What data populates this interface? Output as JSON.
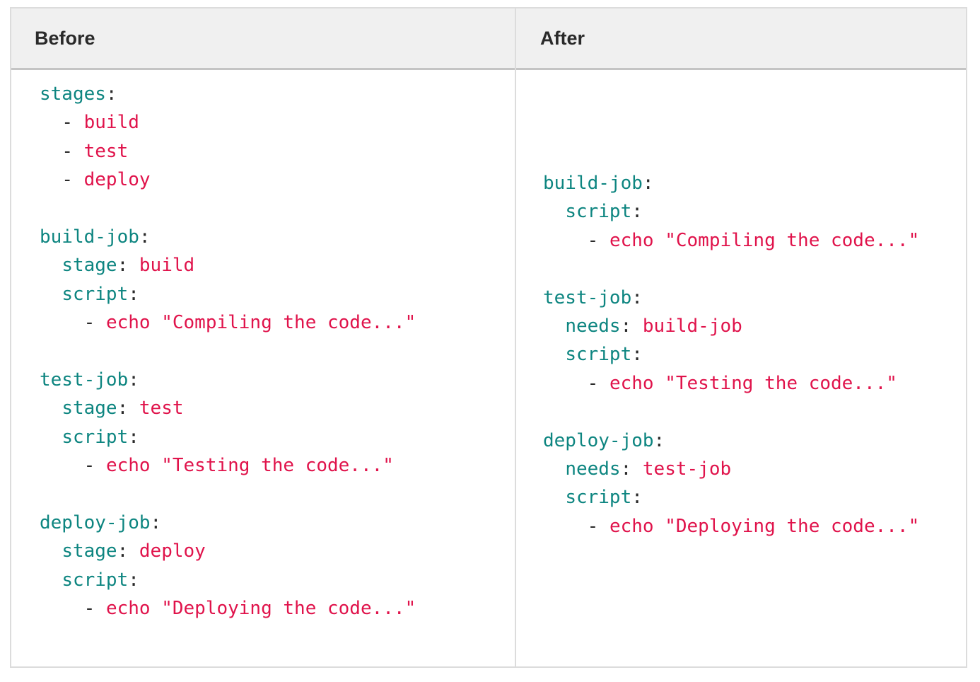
{
  "table": {
    "headers": {
      "before": "Before",
      "after": "After"
    },
    "colors": {
      "key": "#0d8580",
      "value": "#e0134b",
      "punct": "#2a2a2a",
      "header_bg": "#f0f0f0",
      "border": "#dcdcdc"
    }
  },
  "before": {
    "lines": [
      {
        "indent": "",
        "key": "stages",
        "sep": ":",
        "dash": "",
        "value": ""
      },
      {
        "indent": "  ",
        "key": "",
        "sep": "",
        "dash": "- ",
        "value": "build"
      },
      {
        "indent": "  ",
        "key": "",
        "sep": "",
        "dash": "- ",
        "value": "test"
      },
      {
        "indent": "  ",
        "key": "",
        "sep": "",
        "dash": "- ",
        "value": "deploy"
      },
      {
        "indent": "",
        "key": "",
        "sep": "",
        "dash": "",
        "value": ""
      },
      {
        "indent": "",
        "key": "build-job",
        "sep": ":",
        "dash": "",
        "value": ""
      },
      {
        "indent": "  ",
        "key": "stage",
        "sep": ": ",
        "dash": "",
        "value": "build"
      },
      {
        "indent": "  ",
        "key": "script",
        "sep": ":",
        "dash": "",
        "value": ""
      },
      {
        "indent": "    ",
        "key": "",
        "sep": "",
        "dash": "- ",
        "value": "echo \"Compiling the code...\""
      },
      {
        "indent": "",
        "key": "",
        "sep": "",
        "dash": "",
        "value": ""
      },
      {
        "indent": "",
        "key": "test-job",
        "sep": ":",
        "dash": "",
        "value": ""
      },
      {
        "indent": "  ",
        "key": "stage",
        "sep": ": ",
        "dash": "",
        "value": "test"
      },
      {
        "indent": "  ",
        "key": "script",
        "sep": ":",
        "dash": "",
        "value": ""
      },
      {
        "indent": "    ",
        "key": "",
        "sep": "",
        "dash": "- ",
        "value": "echo \"Testing the code...\""
      },
      {
        "indent": "",
        "key": "",
        "sep": "",
        "dash": "",
        "value": ""
      },
      {
        "indent": "",
        "key": "deploy-job",
        "sep": ":",
        "dash": "",
        "value": ""
      },
      {
        "indent": "  ",
        "key": "stage",
        "sep": ": ",
        "dash": "",
        "value": "deploy"
      },
      {
        "indent": "  ",
        "key": "script",
        "sep": ":",
        "dash": "",
        "value": ""
      },
      {
        "indent": "    ",
        "key": "",
        "sep": "",
        "dash": "- ",
        "value": "echo \"Deploying the code...\""
      }
    ]
  },
  "after": {
    "lines": [
      {
        "indent": "",
        "key": "build-job",
        "sep": ":",
        "dash": "",
        "value": ""
      },
      {
        "indent": "  ",
        "key": "script",
        "sep": ":",
        "dash": "",
        "value": ""
      },
      {
        "indent": "    ",
        "key": "",
        "sep": "",
        "dash": "- ",
        "value": "echo \"Compiling the code...\""
      },
      {
        "indent": "",
        "key": "",
        "sep": "",
        "dash": "",
        "value": ""
      },
      {
        "indent": "",
        "key": "test-job",
        "sep": ":",
        "dash": "",
        "value": ""
      },
      {
        "indent": "  ",
        "key": "needs",
        "sep": ": ",
        "dash": "",
        "value": "build-job"
      },
      {
        "indent": "  ",
        "key": "script",
        "sep": ":",
        "dash": "",
        "value": ""
      },
      {
        "indent": "    ",
        "key": "",
        "sep": "",
        "dash": "- ",
        "value": "echo \"Testing the code...\""
      },
      {
        "indent": "",
        "key": "",
        "sep": "",
        "dash": "",
        "value": ""
      },
      {
        "indent": "",
        "key": "deploy-job",
        "sep": ":",
        "dash": "",
        "value": ""
      },
      {
        "indent": "  ",
        "key": "needs",
        "sep": ": ",
        "dash": "",
        "value": "test-job"
      },
      {
        "indent": "  ",
        "key": "script",
        "sep": ":",
        "dash": "",
        "value": ""
      },
      {
        "indent": "    ",
        "key": "",
        "sep": "",
        "dash": "- ",
        "value": "echo \"Deploying the code...\""
      }
    ]
  }
}
